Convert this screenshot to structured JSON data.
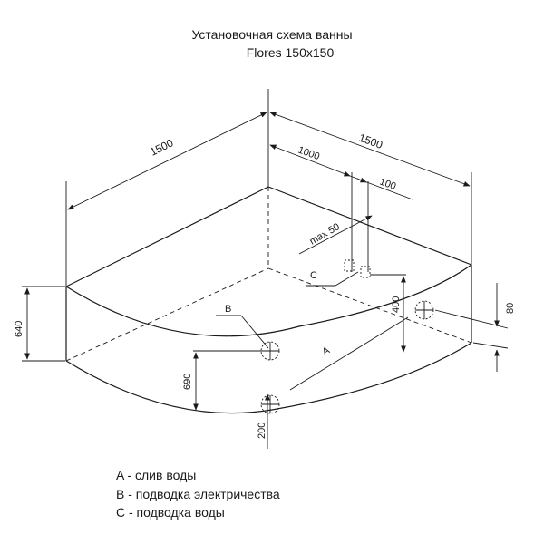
{
  "title": {
    "line1": "Установочная схема ванны",
    "line2": "Flores 150x150"
  },
  "dimensions": {
    "left_length": "1500",
    "right_length": "1500",
    "d1000": "1000",
    "d100": "100",
    "max50": "max 50",
    "height_640": "640",
    "d690": "690",
    "d200": "200",
    "d400": "400",
    "d80": "80"
  },
  "markers": {
    "a": "A",
    "b": "B",
    "c": "C"
  },
  "legend": [
    "A - слив воды",
    "B - подводка электричества",
    "C - подводка воды"
  ]
}
